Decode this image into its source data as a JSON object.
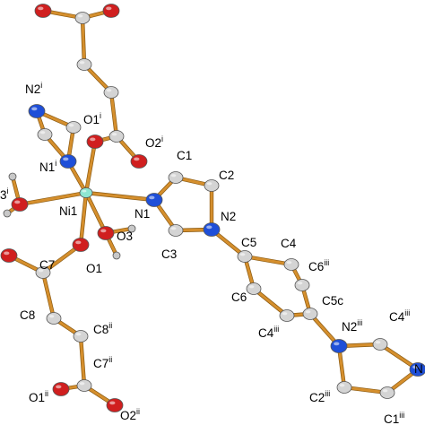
{
  "colors": {
    "bond": "#d58f2d",
    "bond_shade": "#8a5a12",
    "carbon": "#d4d4d4",
    "nitrogen": "#1f4fd8",
    "oxygen": "#d01f1f",
    "nickel": "#8ee6d2",
    "hydrogen": "#c8c8c8",
    "label": "#000000"
  },
  "labels": [
    {
      "id": "n2i",
      "base": "N2",
      "sup": "i"
    },
    {
      "id": "o1i",
      "base": "O1",
      "sup": "i"
    },
    {
      "id": "o2i",
      "base": "O2",
      "sup": "i"
    },
    {
      "id": "n1i",
      "base": "N1",
      "sup": "i"
    },
    {
      "id": "o3i",
      "base": "3",
      "sup": "i"
    },
    {
      "id": "ni1",
      "base": "Ni1",
      "sup": ""
    },
    {
      "id": "n1",
      "base": "N1",
      "sup": ""
    },
    {
      "id": "n2",
      "base": "N2",
      "sup": ""
    },
    {
      "id": "c1",
      "base": "C1",
      "sup": ""
    },
    {
      "id": "c2",
      "base": "C2",
      "sup": ""
    },
    {
      "id": "c3",
      "base": "C3",
      "sup": ""
    },
    {
      "id": "o3",
      "base": "O3",
      "sup": ""
    },
    {
      "id": "c7",
      "base": "C7",
      "sup": ""
    },
    {
      "id": "o1",
      "base": "O1",
      "sup": ""
    },
    {
      "id": "c8",
      "base": "C8",
      "sup": ""
    },
    {
      "id": "c8ii",
      "base": "C8",
      "sup": "ii"
    },
    {
      "id": "c7ii",
      "base": "C7",
      "sup": "ii"
    },
    {
      "id": "o1ii",
      "base": "O1",
      "sup": "ii"
    },
    {
      "id": "o2ii",
      "base": "O2",
      "sup": "ii"
    },
    {
      "id": "c5",
      "base": "C5",
      "sup": ""
    },
    {
      "id": "c4",
      "base": "C4",
      "sup": ""
    },
    {
      "id": "c6",
      "base": "C6",
      "sup": ""
    },
    {
      "id": "c6iii",
      "base": "C6",
      "sup": "iii"
    },
    {
      "id": "c5c",
      "base": "C5c",
      "sup": ""
    },
    {
      "id": "c4iii",
      "base": "C4",
      "sup": "iii"
    },
    {
      "id": "n2iii",
      "base": "N2",
      "sup": "iii"
    },
    {
      "id": "c4iii_b",
      "base": "C4",
      "sup": "iii"
    },
    {
      "id": "c2iii",
      "base": "C2",
      "sup": "iii"
    },
    {
      "id": "c1iii",
      "base": "C1",
      "sup": "iii"
    },
    {
      "id": "n_edge",
      "base": "N",
      "sup": ""
    }
  ]
}
